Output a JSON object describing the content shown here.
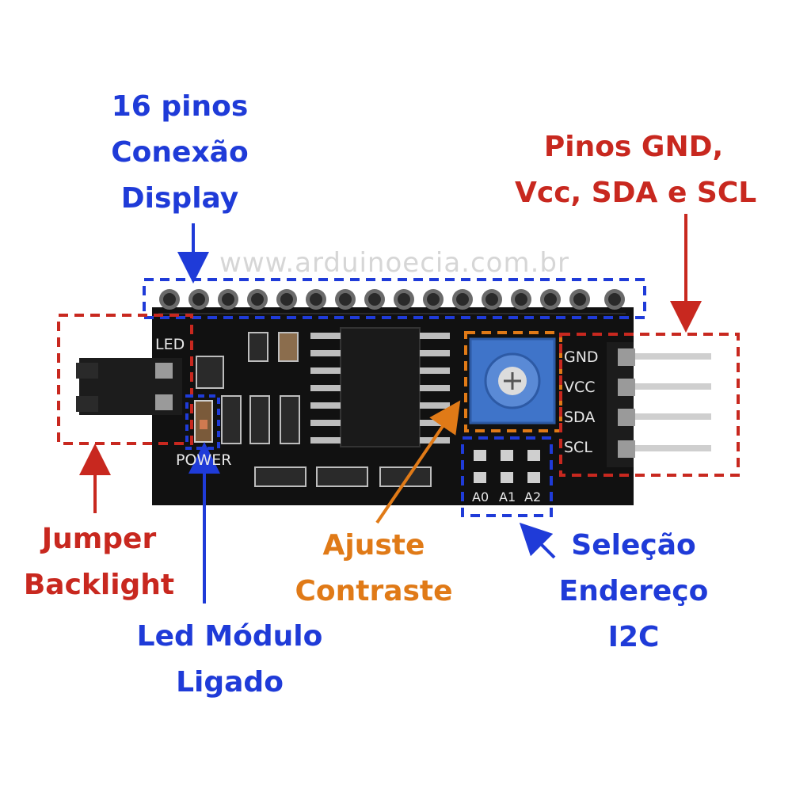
{
  "labels": {
    "display_pins": [
      "16 pinos",
      "Conexão",
      "Display"
    ],
    "power_pins": [
      "Pinos GND,",
      "Vcc, SDA e SCL"
    ],
    "jumper": [
      "Jumper",
      "Backlight"
    ],
    "led": [
      "Led Módulo",
      "Ligado"
    ],
    "contrast": [
      "Ajuste",
      "Contraste"
    ],
    "address": [
      "Seleção",
      "Endereço",
      "I2C"
    ]
  },
  "watermark": "www.arduinoecia.com.br",
  "silkscreen": {
    "led": "LED",
    "power": "POWER",
    "pins": [
      "GND",
      "VCC",
      "SDA",
      "SCL"
    ],
    "address_pads": [
      "A0",
      "A1",
      "A2"
    ]
  },
  "colors": {
    "blue": "#1f3bd8",
    "red": "#c8281f",
    "orange": "#e07a17",
    "board": "#111111",
    "potentiometer": "#3f74c9"
  }
}
